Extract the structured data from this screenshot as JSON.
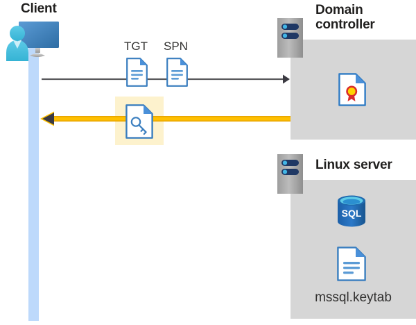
{
  "diagram": {
    "title": "Kerberos authentication flow between client, domain controller and Linux SQL Server",
    "background": "#ffffff"
  },
  "actors": {
    "client": {
      "label": "Client",
      "icon": "workstation-user-icon",
      "lifeline_color": "#bdd9fb"
    },
    "domain_controller": {
      "label": "Domain controller",
      "icon": "server-rack-icon",
      "panel_color": "#d6d6d6",
      "contents": [
        {
          "icon": "certificate-document-icon",
          "label": ""
        }
      ]
    },
    "linux_server": {
      "label": "Linux server",
      "icon": "server-rack-icon",
      "panel_color": "#d6d6d6",
      "contents": [
        {
          "icon": "sql-database-icon",
          "label": "SQL"
        },
        {
          "icon": "keytab-document-icon",
          "label": "mssql.keytab"
        }
      ]
    }
  },
  "messages": [
    {
      "id": "request",
      "direction": "client-to-domain-controller",
      "color": "#58585b",
      "style": "thin-arrow",
      "artifacts": [
        {
          "name": "TGT",
          "icon": "document-icon"
        },
        {
          "name": "SPN",
          "icon": "document-icon"
        }
      ]
    },
    {
      "id": "ticket",
      "direction": "domain-controller-to-client",
      "color": "#ffc000",
      "style": "thick-arrow",
      "highlight_color": "#fdf2cd",
      "artifacts": [
        {
          "name": "service-ticket",
          "icon": "key-document-icon"
        }
      ]
    }
  ],
  "labels": {
    "tgt": "TGT",
    "spn": "SPN",
    "keytab_file": "mssql.keytab",
    "sql_badge": "SQL"
  },
  "colors": {
    "panel_gray": "#d6d6d6",
    "lifeline_blue": "#bdd9fb",
    "arrow_gray": "#58585b",
    "arrow_yellow": "#ffc000",
    "highlight_yellow": "#fdf2cd",
    "doc_blue": "#3a7ebf",
    "sql_blue": "#1f6bb0",
    "text_dark": "#201f1e"
  }
}
